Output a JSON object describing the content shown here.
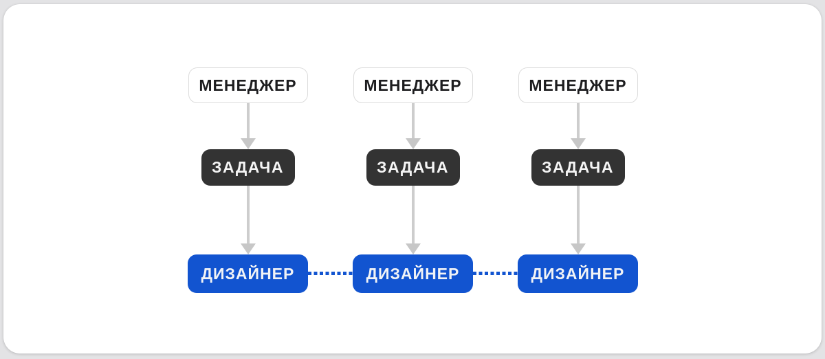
{
  "colors": {
    "page_bg": "#e3e3e5",
    "card_bg": "#ffffff",
    "manager_bg": "#ffffff",
    "manager_border": "#dcdcdc",
    "manager_text": "#1d1d1f",
    "task_bg": "#333333",
    "task_text": "#f5f5f5",
    "designer_bg": "#1254d0",
    "designer_text": "#f1f3f6",
    "arrow_line": "#cdcdcd",
    "arrow_head": "#c7c7c7",
    "dotted_line": "#1254d0"
  },
  "diagram": {
    "columns": [
      {
        "manager_label": "МЕНЕДЖЕР",
        "task_label": "ЗАДАЧА",
        "designer_label": "ДИЗАЙНЕР"
      },
      {
        "manager_label": "МЕНЕДЖЕР",
        "task_label": "ЗАДАЧА",
        "designer_label": "ДИЗАЙНЕР"
      },
      {
        "manager_label": "МЕНЕДЖЕР",
        "task_label": "ЗАДАЧА",
        "designer_label": "ДИЗАЙНЕР"
      }
    ]
  }
}
